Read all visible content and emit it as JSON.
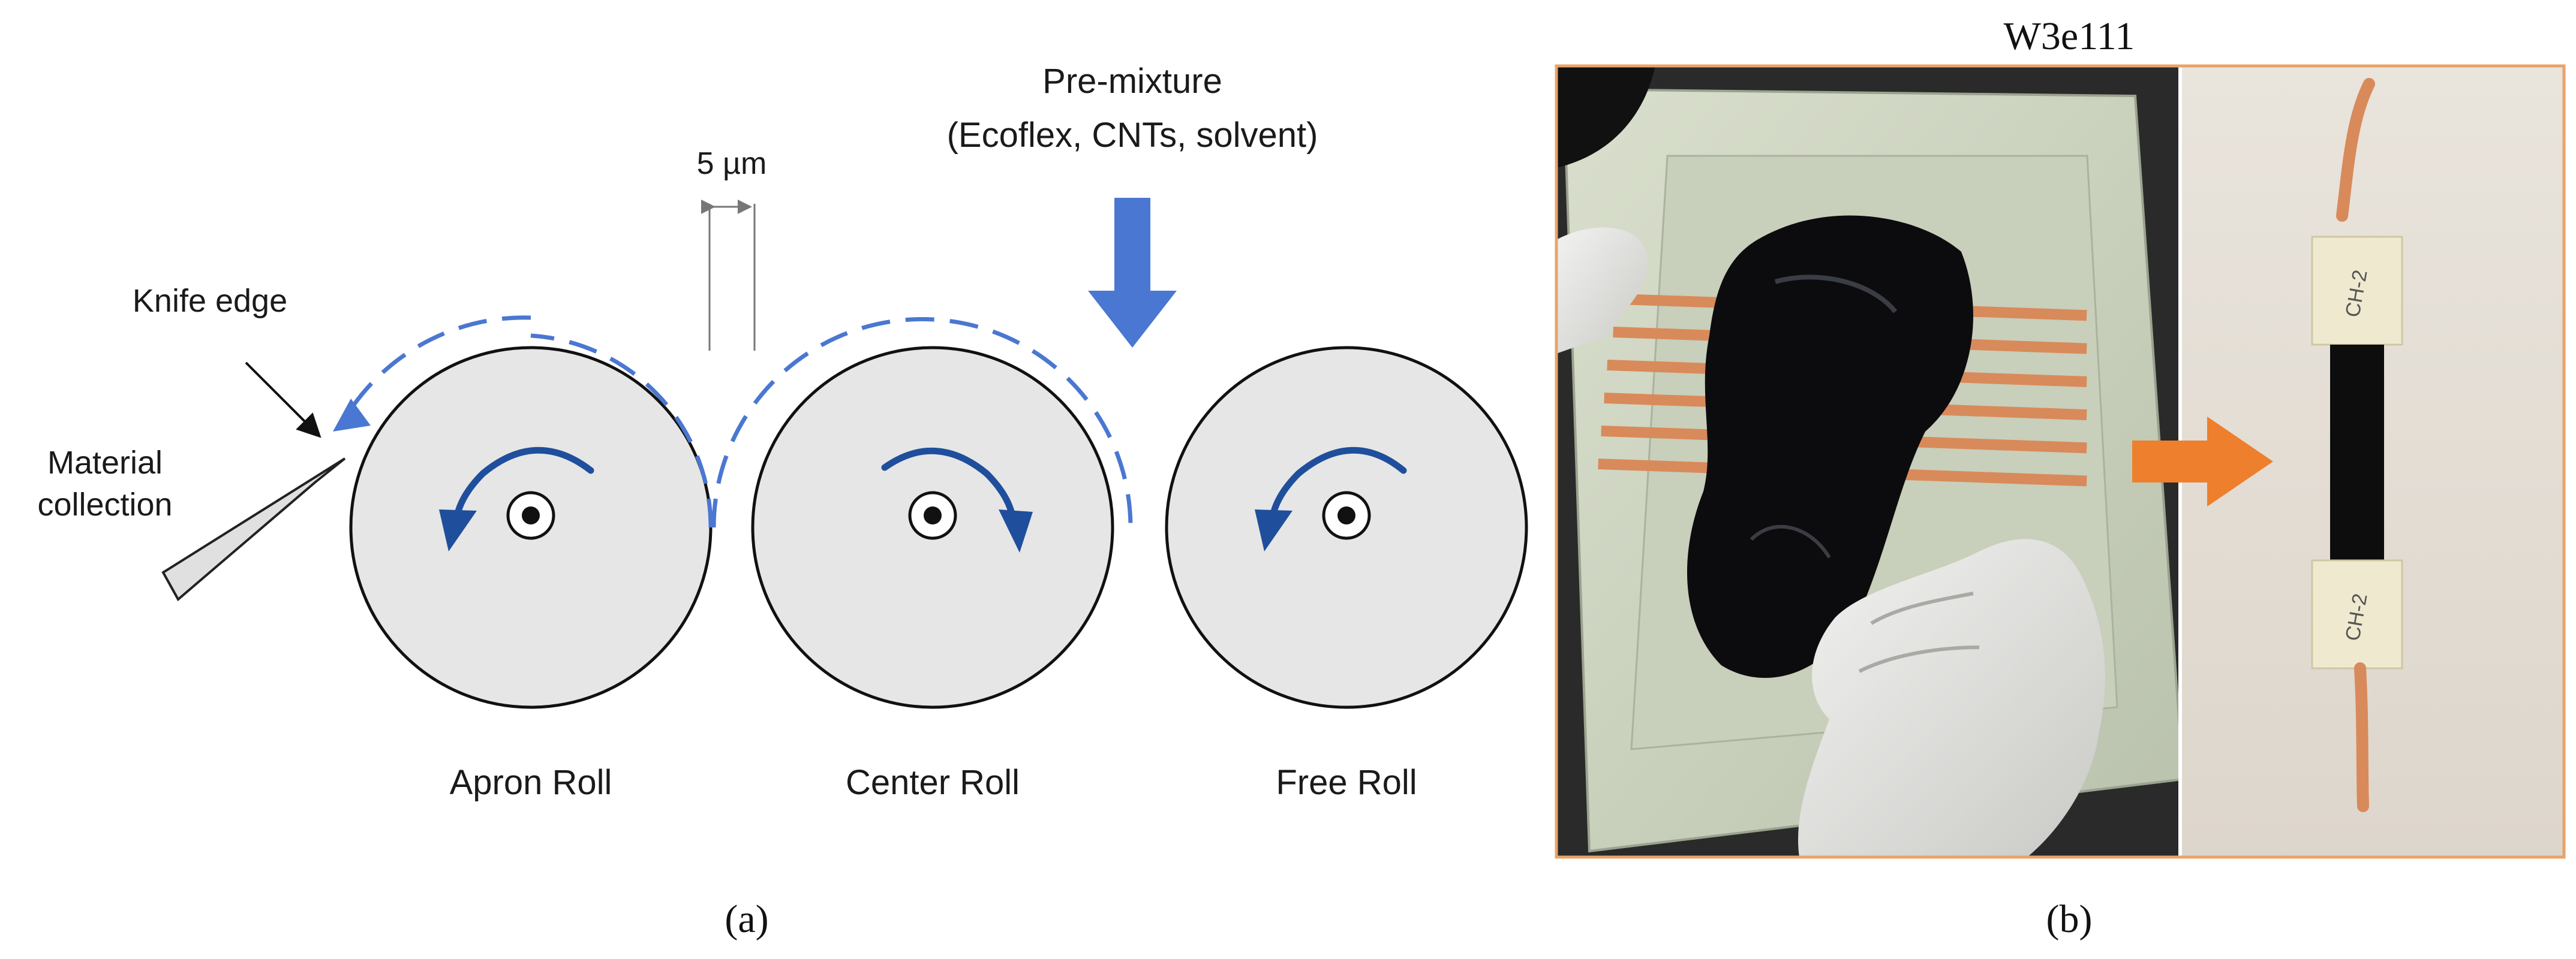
{
  "panel_a": {
    "caption": "(a)",
    "premixture_title": "Pre-mixture",
    "premixture_detail": "(Ecoflex, CNTs, solvent)",
    "gap_label": "5 µm",
    "knife_label": "Knife edge",
    "collection_label_1": "Material",
    "collection_label_2": "collection",
    "roll_labels": [
      "Apron Roll",
      "Center Roll",
      "Free Roll"
    ]
  },
  "panel_b": {
    "caption": "(b)",
    "header": "W3e111",
    "left_photo_desc": "gloved hand spreading black CNT/Ecoflex paste over substrate with copper electrode strips",
    "right_photo_desc": "finished black strain sensor with copper leads and taped ends",
    "tape_text": [
      "CH-2",
      "CH-2"
    ]
  },
  "colors": {
    "roll_fill": "#e6e6e6",
    "roll_stroke": "#111111",
    "rotation_arrow": "#1f4e9c",
    "feed_arrow": "#4a77d1",
    "material_path": "#4a77d1",
    "photo_border": "#e8a36a",
    "transition_arrow": "#ee7f2d",
    "copper": "#d98a5a"
  }
}
